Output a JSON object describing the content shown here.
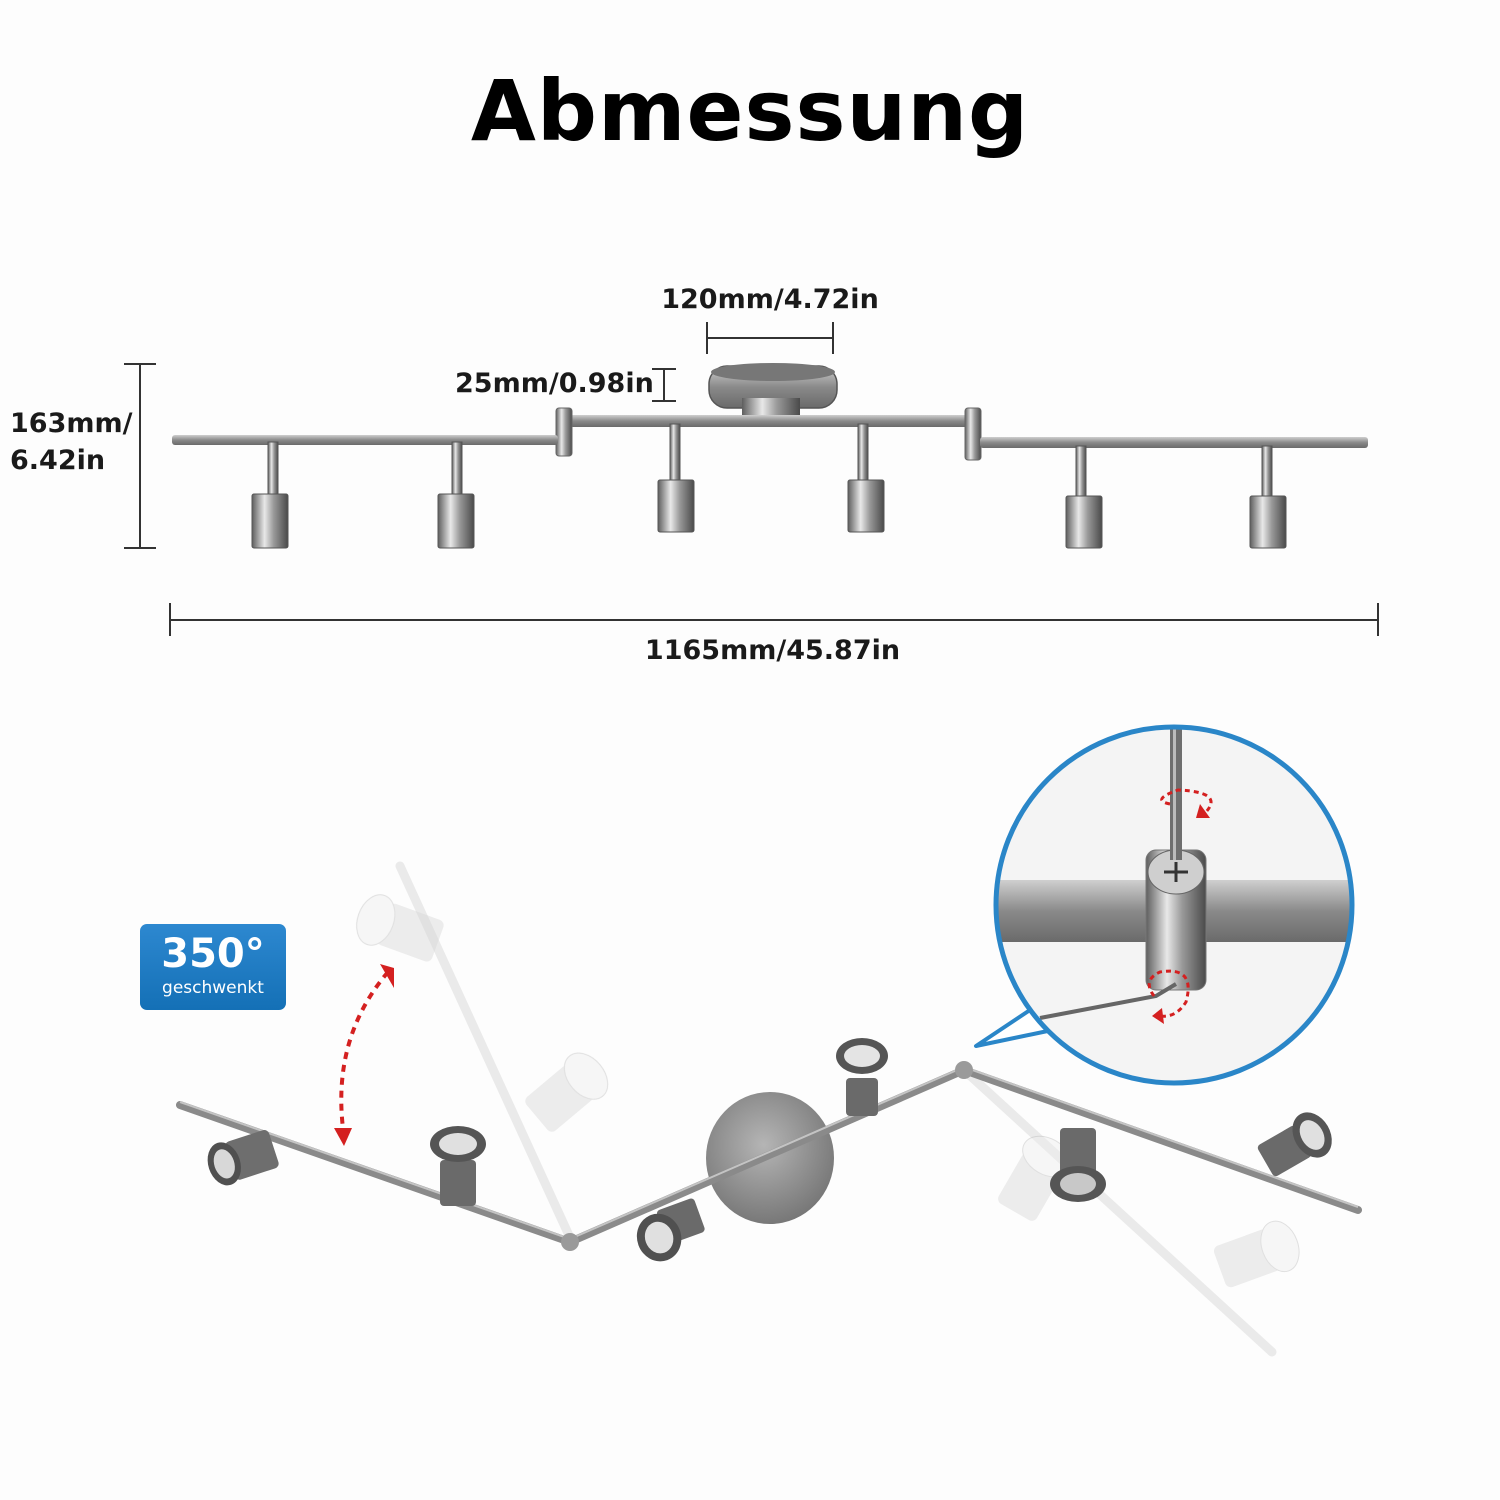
{
  "title": "Abmessung",
  "dimensions": {
    "base_width": "120mm/4.72in",
    "base_height": "25mm/0.98in",
    "total_height_line1": "163mm/",
    "total_height_line2": "6.42in",
    "total_length": "1165mm/45.87in"
  },
  "badge": {
    "angle": "350°",
    "label": "geschwenkt"
  },
  "icons": [
    "ceiling-lamp-front-view",
    "ceiling-lamp-perspective",
    "screwdriver-icon",
    "allen-key-icon",
    "rotate-arrow-icon",
    "swivel-arrow-icon"
  ],
  "colors": {
    "badge": "#1a7ac2",
    "accent_arrow": "#d42020",
    "zoom_ring": "#2a86c8",
    "metal": "#8a8a8a"
  }
}
